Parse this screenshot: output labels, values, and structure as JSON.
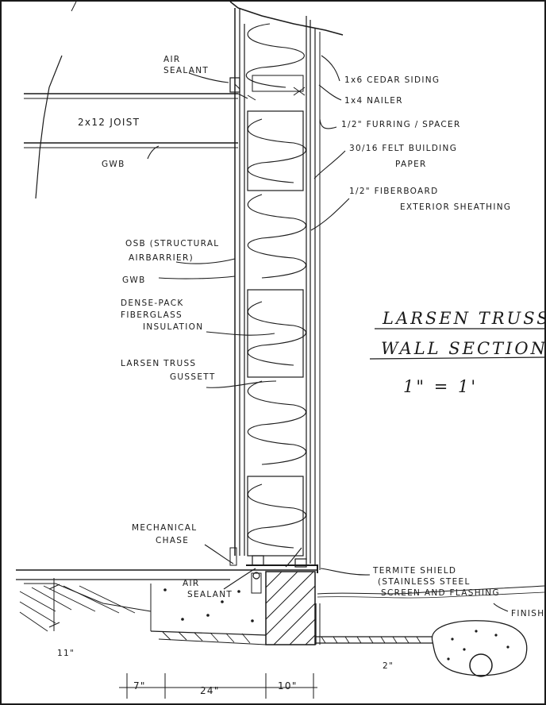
{
  "drawing": {
    "title_line1": "LARSEN TRUSS",
    "title_line2": "WALL SECTION",
    "scale": "1\" = 1'",
    "labels": {
      "air_sealant_top_1": "AIR",
      "air_sealant_top_2": "SEALANT",
      "joist": "2x12 JOIST",
      "gwb_top": "GWB",
      "cedar_siding": "1x6 CEDAR SIDING",
      "nailer": "1x4 NAILER",
      "furring": "1/2\" FURRING / SPACER",
      "felt_1": "30/16 FELT BUILDING",
      "felt_2": "PAPER",
      "fiberboard_1": "1/2\"  FIBERBOARD",
      "fiberboard_2": "EXTERIOR SHEATHING",
      "osb_1": "OSB (STRUCTURAL",
      "osb_2": "AIRBARRIER)",
      "gwb_mid": "GWB",
      "insulation_1": "DENSE-PACK",
      "insulation_2": "FIBERGLASS",
      "insulation_3": "INSULATION",
      "gusset_1": "LARSEN TRUSS",
      "gusset_2": "GUSSETT",
      "mech_1": "MECHANICAL",
      "mech_2": "CHASE",
      "air_sealant_bot_1": "AIR",
      "air_sealant_bot_2": "SEALANT",
      "termite_1": "TERMITE SHIELD",
      "termite_2": "(STAINLESS STEEL",
      "termite_3": "SCREEN AND FLASHING",
      "finish_grade": "FINISH",
      "dim_11": "11\"",
      "dim_2": "2\"",
      "dim_7": "7\"",
      "dim_24": "24\"",
      "dim_10": "10\""
    }
  }
}
